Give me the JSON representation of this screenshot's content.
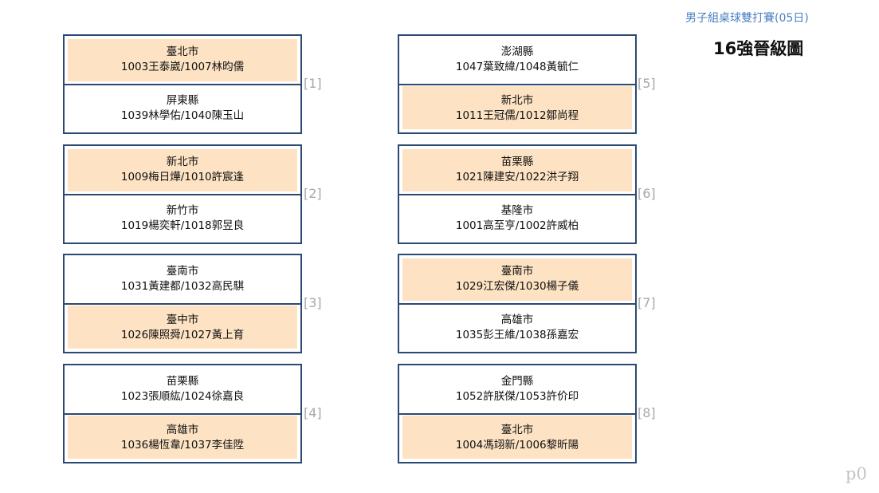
{
  "header": {
    "subtitle": "男子組桌球雙打賽(05日)",
    "title": "16強晉級圖"
  },
  "matches": [
    {
      "number": "[1]",
      "top": {
        "city": "臺北市",
        "players": "1003王泰崴/1007林昀儒",
        "winner": true
      },
      "bottom": {
        "city": "屏東縣",
        "players": "1039林學佑/1040陳玉山",
        "winner": false
      }
    },
    {
      "number": "[2]",
      "top": {
        "city": "新北市",
        "players": "1009梅日燁/1010許宸逢",
        "winner": true
      },
      "bottom": {
        "city": "新竹市",
        "players": "1019楊奕軒/1018郭昱良",
        "winner": false
      }
    },
    {
      "number": "[3]",
      "top": {
        "city": "臺南市",
        "players": "1031黃建都/1032高民騏",
        "winner": false
      },
      "bottom": {
        "city": "臺中市",
        "players": "1026陳照舜/1027黃上育",
        "winner": true
      }
    },
    {
      "number": "[4]",
      "top": {
        "city": "苗栗縣",
        "players": "1023張順紘/1024徐嘉良",
        "winner": false
      },
      "bottom": {
        "city": "高雄市",
        "players": "1036楊恆韋/1037李佳陞",
        "winner": true
      }
    },
    {
      "number": "[5]",
      "top": {
        "city": "澎湖縣",
        "players": "1047葉致緯/1048黃毓仁",
        "winner": false
      },
      "bottom": {
        "city": "新北市",
        "players": "1011王冠儒/1012鄒尚程",
        "winner": true
      }
    },
    {
      "number": "[6]",
      "top": {
        "city": "苗栗縣",
        "players": "1021陳建安/1022洪子翔",
        "winner": true
      },
      "bottom": {
        "city": "基隆市",
        "players": "1001高至亨/1002許威柏",
        "winner": false
      }
    },
    {
      "number": "[7]",
      "top": {
        "city": "臺南市",
        "players": "1029江宏傑/1030楊子儀",
        "winner": true
      },
      "bottom": {
        "city": "高雄市",
        "players": "1035彭王維/1038孫嘉宏",
        "winner": false
      }
    },
    {
      "number": "[8]",
      "top": {
        "city": "金門縣",
        "players": "1052許朕傑/1053許价印",
        "winner": false
      },
      "bottom": {
        "city": "臺北市",
        "players": "1004馮翊新/1006黎昕陽",
        "winner": true
      }
    }
  ],
  "footer": {
    "page_label": "p0"
  },
  "colors": {
    "winner_fill": "#fde3c3",
    "border": "#2b4a73",
    "subtitle": "#4a7fc1"
  }
}
